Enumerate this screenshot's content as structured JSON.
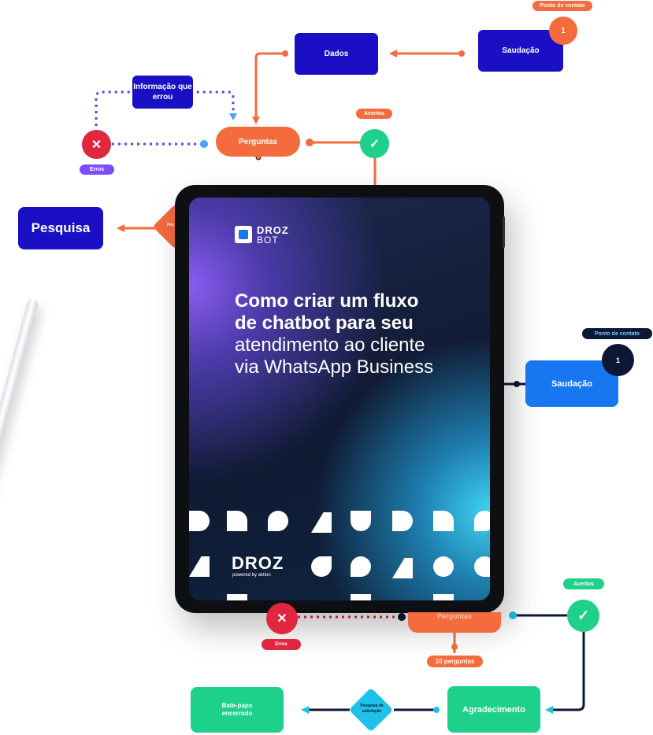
{
  "top_flow": {
    "ponto_contato_badge": "Ponto de contato",
    "ponto_contato_number": "1",
    "saudacao": "Saudação",
    "dados": "Dados",
    "informacao": "Informação que errou",
    "perguntas": "Perguntas",
    "acertos": "Acertos",
    "erros": "Erros",
    "pesquisa": "Pesquisa",
    "pesquisa_diamond": "Pes de s"
  },
  "tablet": {
    "logo_top": "DROZ",
    "logo_bottom": "BOT",
    "heading_bold_1": "Como criar um fluxo",
    "heading_bold_2": "de chatbot para seu",
    "heading_light_1": "atendimento ao cliente",
    "heading_light_2": "via WhatsApp Business",
    "brand": "DROZ",
    "brand_sub": "powered by aktion"
  },
  "right_flow": {
    "ponto_contato_badge": "Ponto de contato",
    "ponto_contato_number": "1",
    "saudacao": "Saudação"
  },
  "bottom_flow": {
    "acertos": "Acertos",
    "erros": "Erros",
    "perguntas": "Perguntas",
    "dez_perguntas": "10 perguntas",
    "agradecimento": "Agradecimento",
    "pesquisa_satisfacao": "Pesquisa de satisfação",
    "bate_papo": "Bate-papo encerrado"
  },
  "colors": {
    "navy": "#1a0fc4",
    "orange": "#f46b3d",
    "green": "#1ed18a",
    "blue": "#1677f0",
    "red": "#e1263f",
    "purple": "#7c4dff",
    "dark": "#0b1733"
  }
}
